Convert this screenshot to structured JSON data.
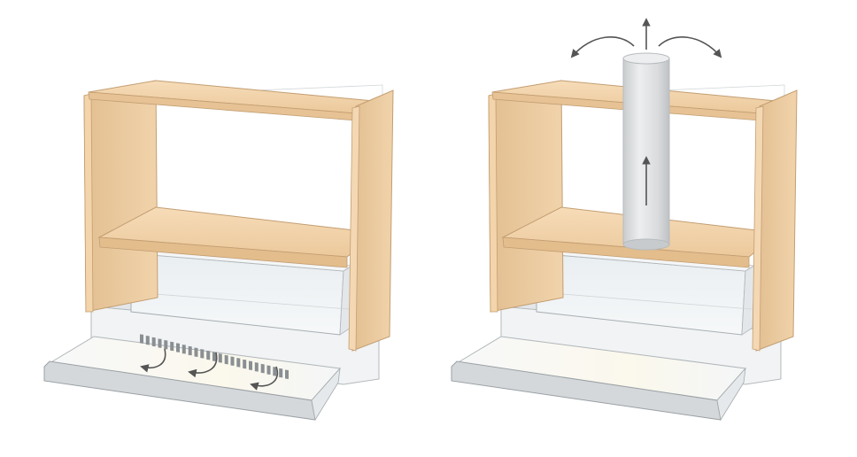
{
  "figure": {
    "panels": [
      {
        "id": "recirculation",
        "airflow": "through-plinth-vent",
        "vent_slots": 25,
        "flow_arrows": 3
      },
      {
        "id": "extraction",
        "airflow": "vertical-duct",
        "duct_arrows": 3
      }
    ],
    "colors": {
      "wood_face": "#f3d7b3",
      "wood_edge": "#d9b98f",
      "wood_dark": "#caa57a",
      "glass": "#eef3f6",
      "outline": "#9ea4a8",
      "arrow": "#555555",
      "vent": "#8a8f93",
      "duct": "#d7d9db"
    }
  }
}
